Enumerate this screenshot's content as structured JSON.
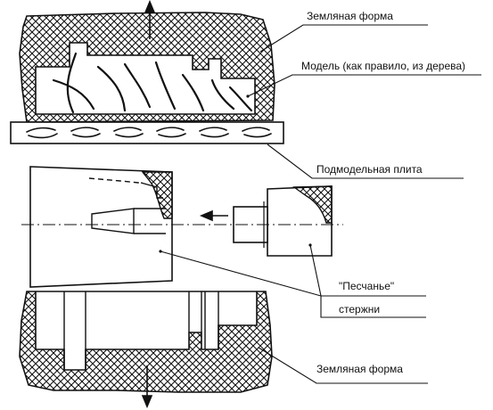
{
  "labels": {
    "top_mold": "Земляная форма",
    "model": "Модель (как правило, из дерева)",
    "base_plate": "Подмодельная плита",
    "cores_line1": "\"Песчанье\"",
    "cores_line2": "стержни",
    "bottom_mold": "Земляная форма"
  },
  "colors": {
    "ink": "#111111",
    "background": "#ffffff"
  }
}
